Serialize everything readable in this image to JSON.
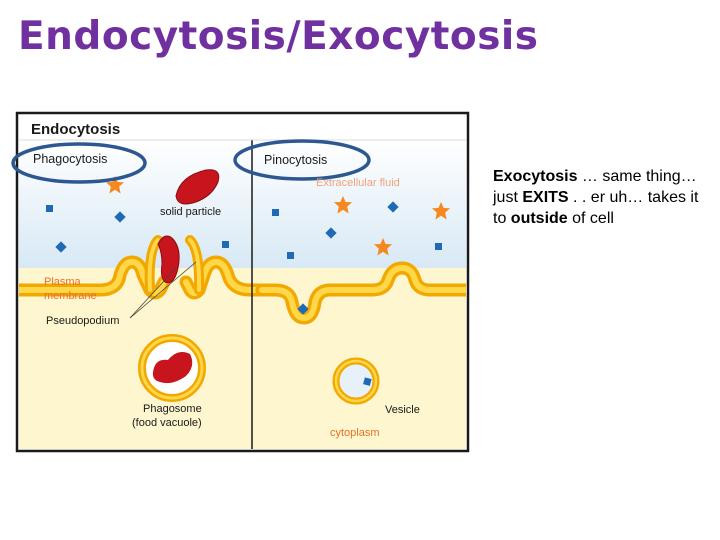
{
  "slide": {
    "title": "Endocytosis/Exocytosis"
  },
  "diagram": {
    "title": "Endocytosis",
    "left_panel_label": "Phagocytosis",
    "right_panel_label": "Pinocytosis",
    "extracellular_label": "Extracellular fluid",
    "solid_particle_label": "solid particle",
    "plasma_label_line1": "Plasma",
    "plasma_label_line2": "membrane",
    "pseudopodium_label": "Pseudopodium",
    "phagosome_label_line1": "Phagosome",
    "phagosome_label_line2": "(food vacuole)",
    "vesicle_label": "Vesicle",
    "cytoplasm_label": "cytoplasm",
    "colors": {
      "membrane_outer": "#f2a800",
      "membrane_inner": "#ffd84a",
      "cytoplasm": "#fdf6cf",
      "extracellular_top": "#ffffff",
      "extracellular_bottom": "#cfe4f3",
      "particle": "#c7141d",
      "molecule": "#1e6ab5",
      "star": "#f5891f",
      "highlight_ellipse": "#2c5791",
      "label_pink": "#e8702a"
    }
  },
  "text": {
    "t1_bold": "Exocytosis",
    "t1_rest": " … same thing…just ",
    "t2_bold": "EXITS",
    "t2_rest": " . . er uh… takes it to ",
    "t3_bold": "outside",
    "t3_rest": " of cell"
  }
}
